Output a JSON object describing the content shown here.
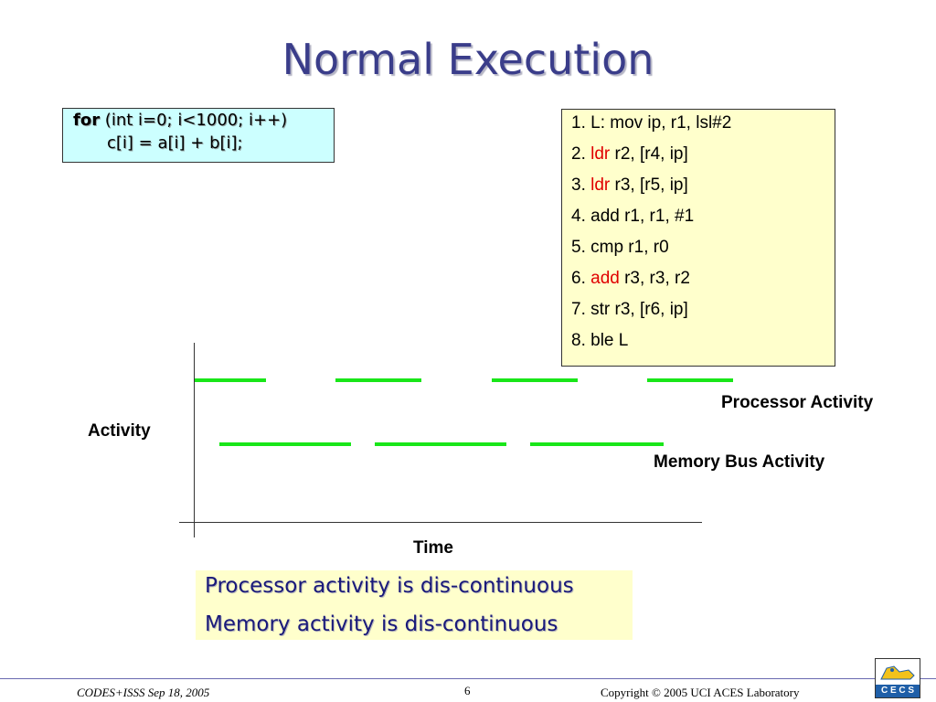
{
  "title": "Normal Execution",
  "code": {
    "line1_keyword": "for",
    "line1_rest": " (int i=0; i<1000; i++)",
    "line2": "c[i] = a[i] + b[i];"
  },
  "assembly": [
    {
      "num": "1. ",
      "op": "L: mov",
      "args": " ip, r1, lsl#2",
      "highlight": false
    },
    {
      "num": "2. ",
      "op": "ldr",
      "args": " r2, [r4, ip]",
      "highlight": true
    },
    {
      "num": "3. ",
      "op": "ldr",
      "args": " r3, [r5, ip]",
      "highlight": true
    },
    {
      "num": "4. ",
      "op": "add",
      "args": " r1, r1, #1",
      "highlight": false
    },
    {
      "num": "5. ",
      "op": "cmp",
      "args": " r1, r0",
      "highlight": false
    },
    {
      "num": "6. ",
      "op": "add",
      "args": " r3, r3, r2",
      "highlight": true
    },
    {
      "num": "7. ",
      "op": "str",
      "args": " r3, [r6, ip]",
      "highlight": false
    },
    {
      "num": "8. ",
      "op": "ble",
      "args": " L",
      "highlight": false
    }
  ],
  "diagram": {
    "y_label": "Activity",
    "x_label": "Time",
    "processor_label": "Processor Activity",
    "memory_label": "Memory Bus Activity",
    "line_color": "#19e619"
  },
  "notes": [
    "Processor activity is dis-continuous",
    "Memory activity is dis-continuous"
  ],
  "footer": {
    "left": "CODES+ISSS  Sep 18, 2005",
    "page": "6",
    "right": "Copyright © 2005  UCI ACES Laboratory",
    "logo_text": "C E C S"
  },
  "colors": {
    "title": "#3a3d8a",
    "code_bg": "#ccffff",
    "asm_bg": "#ffffcc",
    "highlight": "#e00000",
    "note_text": "#1a1a7a"
  }
}
